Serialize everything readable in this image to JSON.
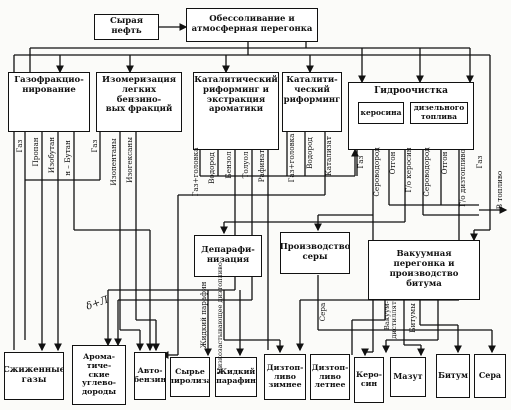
{
  "boxes": {
    "crude": "Сырая нефть",
    "desalting": "Обессоливание и\nатмосферная перегонка",
    "gas_fractionation": "Газофракцио-\nнирование",
    "isomerization": "Изомеризация\nлегких бензино-\nвых фракций",
    "catalytic_reforming_aromatics": "Каталитический\nриформинг и\nэкстракция\nароматики",
    "catalytic_reforming": "Каталити-\nческий\nриформинг",
    "hydrotreating": "Гидроочистка",
    "kerosene_sub": "керосина",
    "diesel_sub": "дизельного\nтоплива",
    "dewaxing": "Депарафи-\nнизация",
    "sulfur_production": "Производство\nсеры",
    "vacuum": "Вакуумная\nперегонка и\nпроизводство\nбитума",
    "liquefied_gases": "Сжиженные\nгазы",
    "aromatic_hydrocarbons": "Арома-\nтиче-\nские\nуглево-\nдороды",
    "auto_gasoline": "Авто-\nбензин",
    "pyrolysis_feed": "Сырье\nпиролиза",
    "liquid_paraffins": "Жидкий\nпарафин",
    "winter_diesel": "Дизтоп-\nливо\nзимнее",
    "summer_diesel": "Дизтоп-\nливо\nлетнее",
    "kerosene_out": "Керо-\nсин",
    "fuel_oil": "Мазут",
    "bitumen_out": "Битум",
    "sulfur_out": "Сера"
  },
  "labels": {
    "gas_left": "Газ",
    "propane": "Пропан",
    "isobutane": "Изобутан",
    "n_butane": "н – Бутан",
    "gas_isom": "Газ",
    "isopentanes": "Изопентаны",
    "isohexanes": "Изогексаны",
    "gas_head_1": "Газ+головка",
    "hydrogen_1": "Водород",
    "benzene": "Бензол",
    "toluene": "Толуол",
    "raffinate": "Рафинат",
    "gas_head_2": "Газ+головка",
    "hydrogen_2": "Водород",
    "catalyzate": "Катализат",
    "gas_ho": "Газ",
    "hydrogen_sulfide": "Сероводород",
    "offgas_1": "Отгон",
    "hydrotreated_kerosene": "Г/о керосин",
    "hydrogen_sulfide_2": "Сероводород",
    "offgas_2": "Отгон",
    "hydrotreated_diesel": "Г/о дизтопливо",
    "gas_ho_2": "Газ",
    "to_fuel": "В топливо",
    "liquid_paraffin_line": "Жидкий парафин",
    "low_pour_diesel": "Низкозастывающее дизтопливо",
    "sulfur_line": "Сера",
    "vacuum_distillate": "Вакуум-\nдистиллят",
    "bitumen_line": "Битумы",
    "handwriting": "δ+Л"
  },
  "colors": {
    "ink": "#111111",
    "paper": "#fbfbf9"
  }
}
